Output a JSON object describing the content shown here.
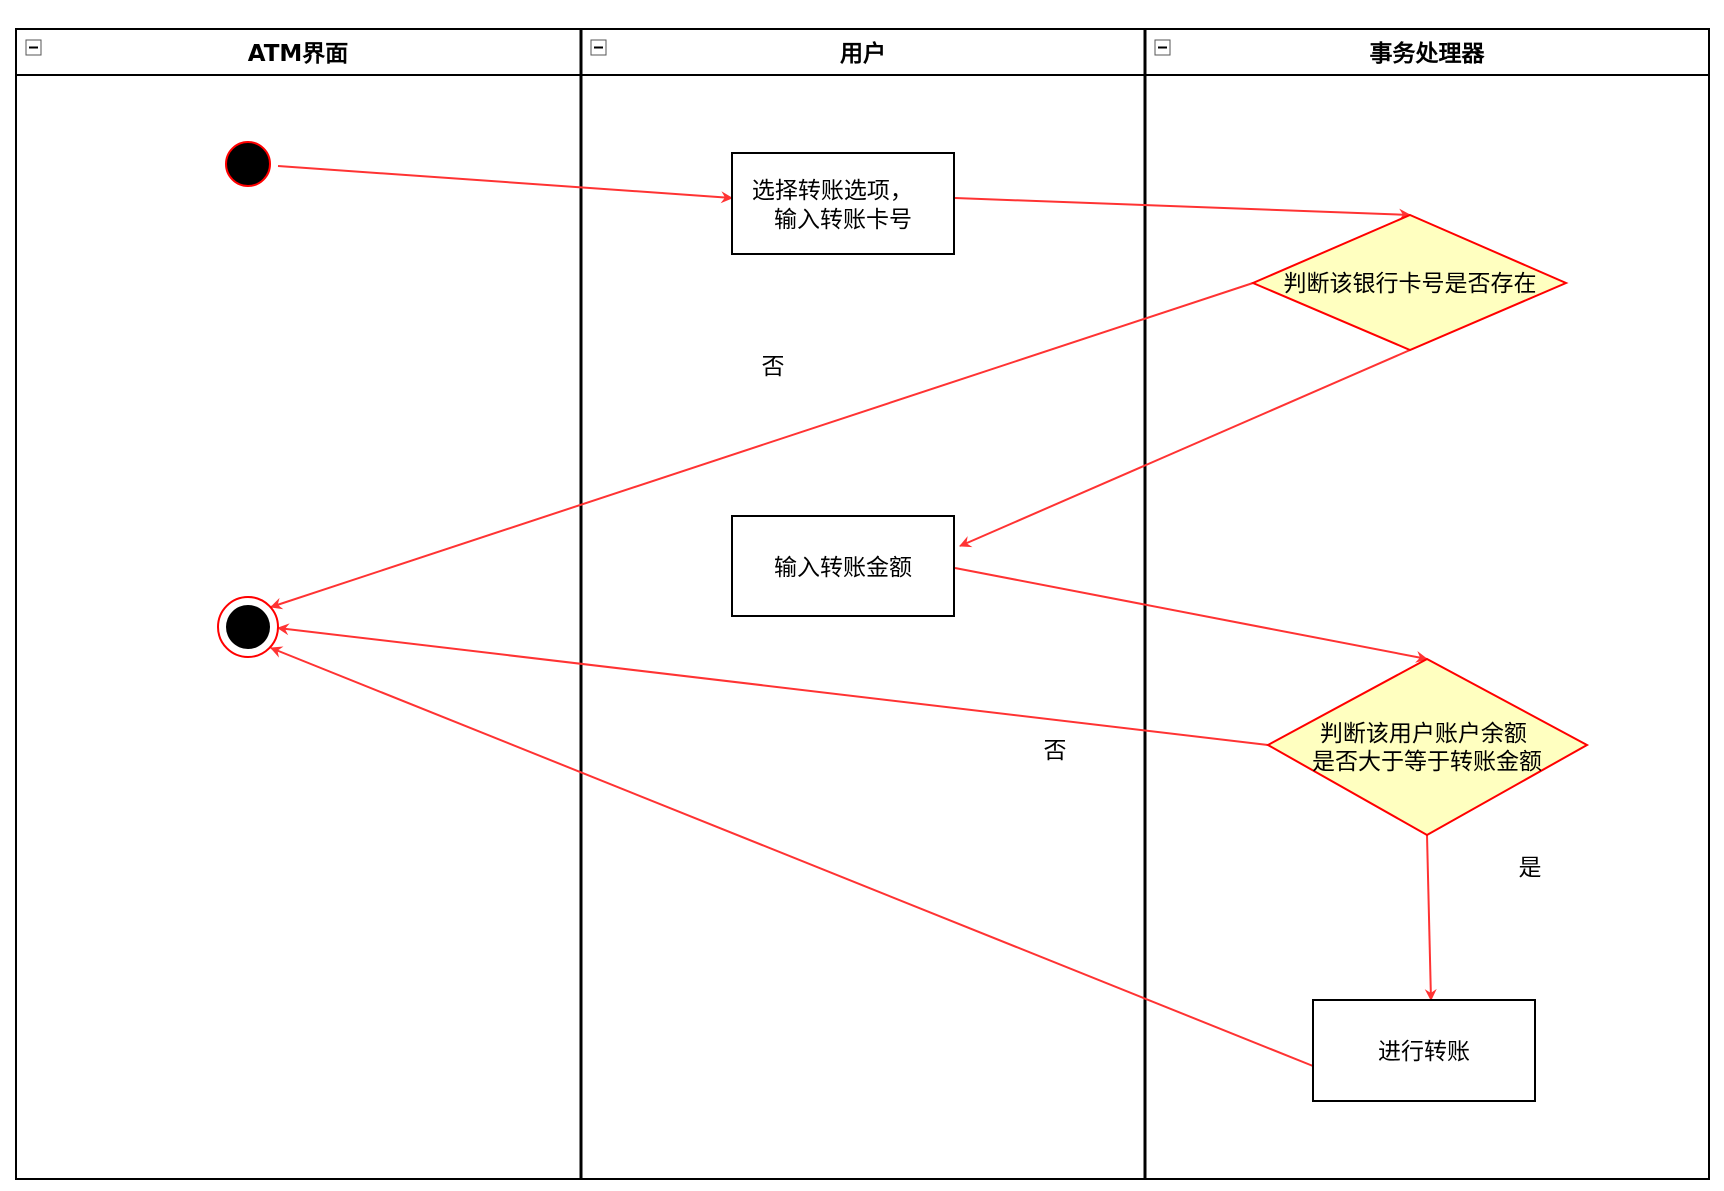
{
  "lanes": [
    {
      "title": "ATM界面"
    },
    {
      "title": "用户"
    },
    {
      "title": "事务处理器"
    }
  ],
  "nodes": {
    "select_transfer": {
      "lines": [
        "选择转账选项，",
        "输入转账卡号"
      ]
    },
    "check_card": {
      "lines": [
        "判断该银行卡号是否存在"
      ]
    },
    "enter_amount": {
      "lines": [
        "输入转账金额"
      ]
    },
    "check_balance": {
      "lines": [
        "判断该用户账户余额",
        "是否大于等于转账金额"
      ]
    },
    "do_transfer": {
      "lines": [
        "进行转账"
      ]
    }
  },
  "edge_labels": {
    "card_not_exist": "否",
    "balance_insufficient": "否",
    "balance_ok": "是"
  },
  "colors": {
    "edge": "#ff3333",
    "decision_fill": "#ffffc0",
    "decision_stroke": "#ff0000",
    "lane_border": "#000000"
  }
}
